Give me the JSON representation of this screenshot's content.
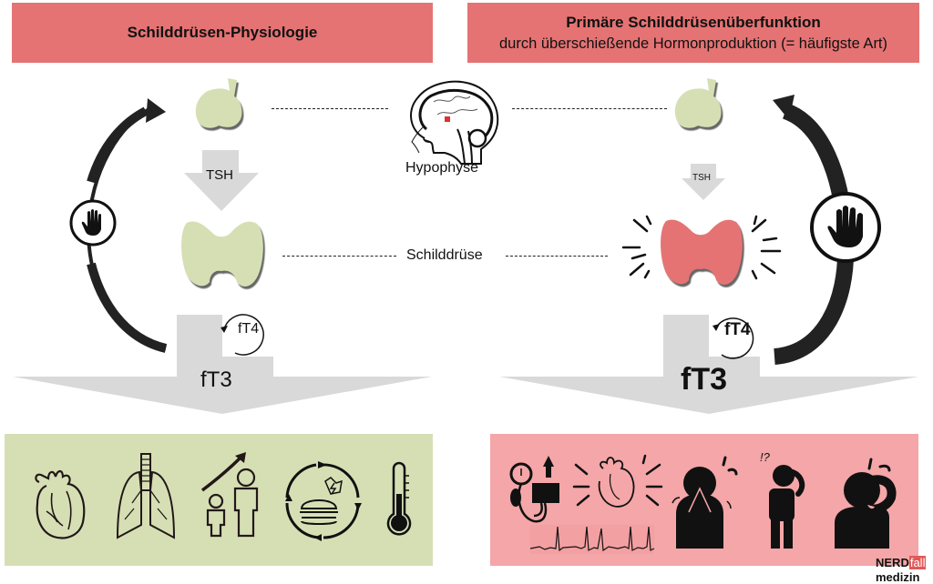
{
  "headers": {
    "left": {
      "title": "Schilddrüsen-Physiologie"
    },
    "right": {
      "title": "Primäre Schilddrüsenüberfunktion",
      "subtitle": "durch überschießende Hormonproduktion (= häufigste Art)"
    }
  },
  "labels": {
    "pituitary": "Hypophyse",
    "thyroid": "Schilddrüse",
    "tsh_left": "TSH",
    "tsh_right": "TSH",
    "ft4_left": "fT4",
    "ft4_right": "fT4",
    "ft3_left": "fT3",
    "ft3_right": "fT3"
  },
  "panels": {
    "left": {
      "icons": [
        "heart-icon",
        "lungs-icon",
        "growth-icon",
        "metabolism-icon",
        "thermometer-icon"
      ]
    },
    "right": {
      "icons": [
        "blood-pressure-icon",
        "racing-heart-icon",
        "ecg-icon",
        "anxious-person-icon",
        "confused-person-icon",
        "sweating-person-icon"
      ]
    }
  },
  "logo": {
    "part1": "NERD",
    "part2": "fall",
    "part3": "medizin"
  },
  "colors": {
    "header_bg": "#e57373",
    "normal_gland": "#d6dfb4",
    "overactive_gland": "#e57373",
    "left_panel": "#d6dfb4",
    "right_panel": "#f4a6a8",
    "arrow_gray": "#d9d9d9",
    "feedback_arrow": "#222222"
  }
}
